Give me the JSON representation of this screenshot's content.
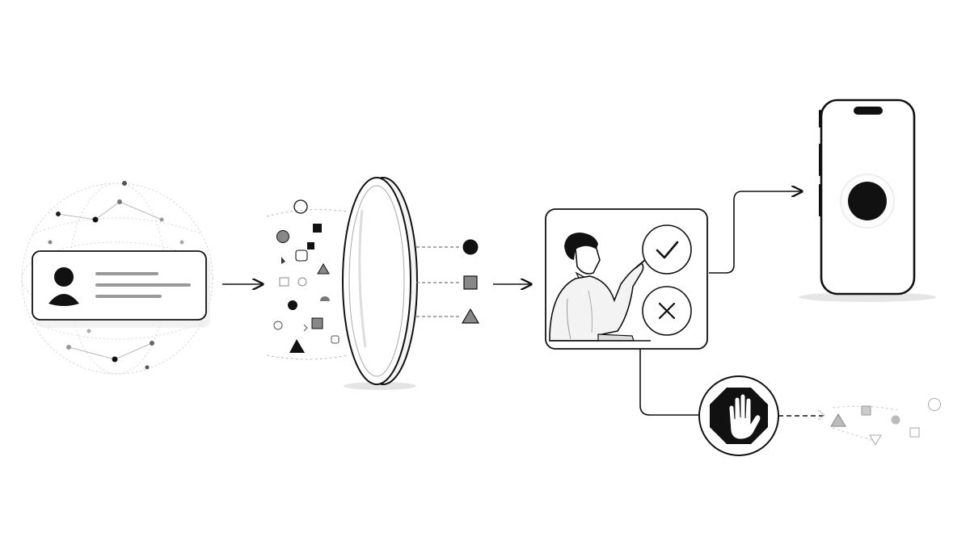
{
  "diagram": {
    "stages": [
      {
        "id": "source",
        "icon": "globe-network-icon",
        "card": "user-profile-card"
      },
      {
        "id": "filter",
        "icon": "lens-filter-icon"
      },
      {
        "id": "review",
        "icon": "human-reviewer-icon",
        "choices": [
          "check-icon",
          "cross-icon"
        ]
      },
      {
        "id": "approved",
        "icon": "smartphone-icon"
      },
      {
        "id": "blocked",
        "icon": "stop-hand-icon"
      }
    ],
    "colors": {
      "ink": "#111111",
      "mid_gray": "#777777",
      "light_gray": "#bbbbbb",
      "card_fill": "#ffffff",
      "shadow": "#e6e6e6"
    }
  }
}
